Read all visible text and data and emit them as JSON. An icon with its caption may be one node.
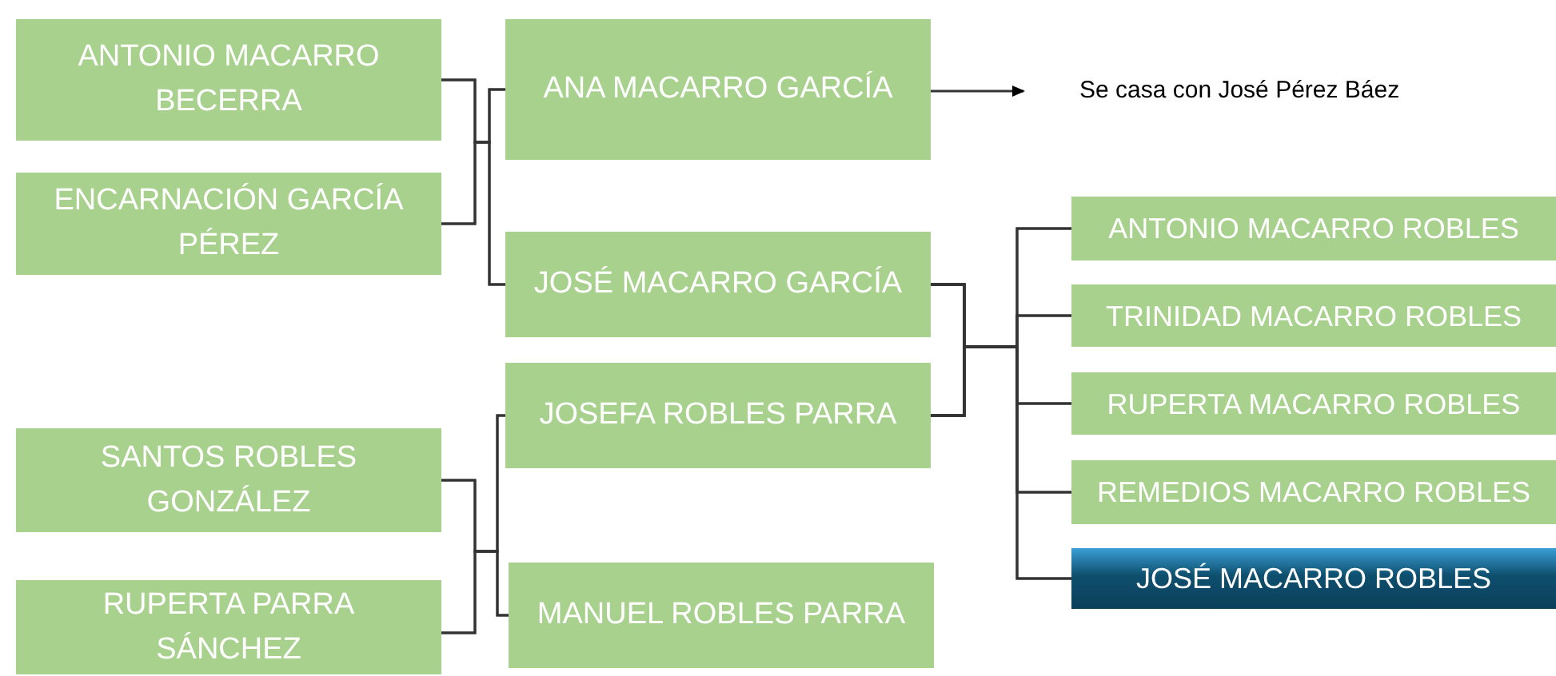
{
  "diagram": {
    "nodes": [
      {
        "text": [
          "ANTONIO MACARRO BECERRA"
        ]
      },
      {
        "text": [
          "ENCARNACIÓN GARCÍA PÉREZ"
        ]
      },
      {
        "text": [
          "ANA MACARRO GARCÍA"
        ]
      },
      {
        "text": [
          "JOSÉ MACARRO GARCÍA"
        ]
      },
      {
        "text": [
          "JOSEFA ROBLES PARRA"
        ]
      },
      {
        "text": [
          "SANTOS ROBLES GONZÁLEZ"
        ]
      },
      {
        "text": [
          "RUPERTA PARRA SÁNCHEZ"
        ]
      },
      {
        "text": [
          "MANUEL ROBLES PARRA"
        ]
      },
      {
        "text": [
          "ANTONIO MACARRO ROBLES"
        ]
      },
      {
        "text": [
          "TRINIDAD MACARRO ROBLES"
        ]
      },
      {
        "text": [
          "RUPERTA MACARRO ROBLES"
        ]
      },
      {
        "text": [
          "REMEDIOS MACARRO ROBLES"
        ]
      },
      {
        "text": [
          "JOSÉ MACARRO ROBLES"
        ]
      },
      {
        "text": [
          "Se casa con José Pérez Báez"
        ]
      }
    ],
    "edges": [
      {
        "from": 0,
        "to": 2,
        "arrow": "none"
      },
      {
        "from": 0,
        "to": 3,
        "arrow": "none"
      },
      {
        "from": 1,
        "to": 2,
        "arrow": "none"
      },
      {
        "from": 1,
        "to": 3,
        "arrow": "none"
      },
      {
        "from": 2,
        "to": 13,
        "arrow": "to"
      },
      {
        "from": 5,
        "to": 4,
        "arrow": "none"
      },
      {
        "from": 5,
        "to": 7,
        "arrow": "none"
      },
      {
        "from": 6,
        "to": 4,
        "arrow": "none"
      },
      {
        "from": 6,
        "to": 7,
        "arrow": "none"
      },
      {
        "from": 3,
        "to": 8,
        "arrow": "none"
      },
      {
        "from": 3,
        "to": 9,
        "arrow": "none"
      },
      {
        "from": 3,
        "to": 10,
        "arrow": "none"
      },
      {
        "from": 3,
        "to": 11,
        "arrow": "none"
      },
      {
        "from": 3,
        "to": 12,
        "arrow": "none"
      },
      {
        "from": 4,
        "to": 8,
        "arrow": "none"
      },
      {
        "from": 4,
        "to": 9,
        "arrow": "none"
      },
      {
        "from": 4,
        "to": 10,
        "arrow": "none"
      },
      {
        "from": 4,
        "to": 11,
        "arrow": "none"
      },
      {
        "from": 4,
        "to": 12,
        "arrow": "none"
      }
    ]
  }
}
